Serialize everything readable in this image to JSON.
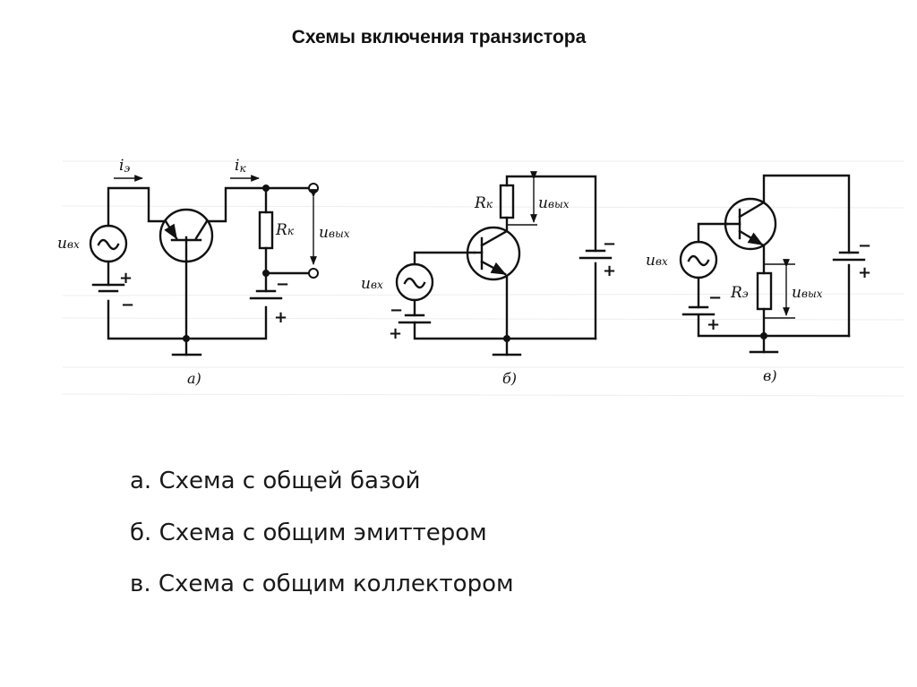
{
  "title": "Схемы включения транзистора",
  "diagram": {
    "circuits": [
      {
        "id": "a",
        "caption": "а)",
        "configuration": "common-base",
        "labels": {
          "input_voltage": "u",
          "input_voltage_sub": "вх",
          "emitter_current": "i",
          "emitter_current_sub": "э",
          "collector_current": "i",
          "collector_current_sub": "к",
          "resistor": "R",
          "resistor_sub": "к",
          "output_voltage": "u",
          "output_voltage_sub": "вых"
        },
        "signs": {
          "input_battery_top": "+",
          "input_battery_bottom": "−",
          "output_battery_top": "−",
          "output_battery_bottom": "+"
        }
      },
      {
        "id": "b",
        "caption": "б)",
        "configuration": "common-emitter",
        "labels": {
          "input_voltage": "u",
          "input_voltage_sub": "вх",
          "resistor": "R",
          "resistor_sub": "к",
          "output_voltage": "u",
          "output_voltage_sub": "вых"
        },
        "signs": {
          "input_battery_top": "−",
          "input_battery_bottom": "+",
          "supply_top": "−",
          "supply_bottom": "+"
        }
      },
      {
        "id": "c",
        "caption": "в)",
        "configuration": "common-collector",
        "labels": {
          "input_voltage": "u",
          "input_voltage_sub": "вх",
          "resistor": "R",
          "resistor_sub": "э",
          "output_voltage": "u",
          "output_voltage_sub": "вых"
        },
        "signs": {
          "input_battery_top": "−",
          "input_battery_bottom": "+",
          "supply_top": "−",
          "supply_bottom": "+"
        }
      }
    ]
  },
  "list": [
    "а. Схема с общей базой",
    "б. Схема с общим эмиттером",
    "в. Схема с общим коллектором"
  ]
}
